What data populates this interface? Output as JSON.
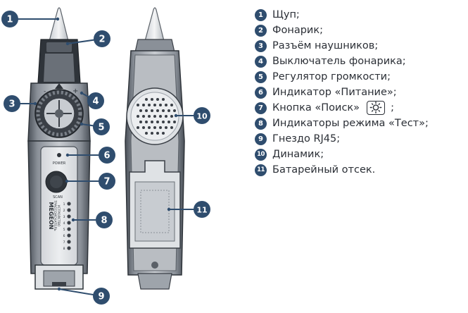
{
  "legend": [
    {
      "number": "1",
      "text": "Щуп;"
    },
    {
      "number": "2",
      "text": "Фонарик;"
    },
    {
      "number": "3",
      "text": "Разъём наушников;"
    },
    {
      "number": "4",
      "text": "Выключатель фонарика;"
    },
    {
      "number": "5",
      "text": "Регулятор громкости;"
    },
    {
      "number": "6",
      "text": "Индикатор «Питание»;"
    },
    {
      "number": "7",
      "text": "Кнопка «Поиск»",
      "suffix": ";"
    },
    {
      "number": "8",
      "text": "Индикаторы режима «Тест»;"
    },
    {
      "number": "9",
      "text": "Гнездо RJ45;"
    },
    {
      "number": "10",
      "text": "Динамик;"
    },
    {
      "number": "11",
      "text": "Батарейный отсек."
    }
  ],
  "device_labels": {
    "power": "POWER",
    "scan": "SCAN",
    "brand": "MEGEON",
    "model_1": "ТРАССОИСКАТЕЛЬ",
    "model_2": "УСТРОЙСТВО",
    "led_numbers": [
      "1",
      "2",
      "3",
      "4",
      "5",
      "6",
      "7",
      "8"
    ]
  },
  "colors": {
    "badge": "#2f4d6e",
    "body_dark": "#3d434b",
    "body_mid": "#9ea4ab",
    "body_light": "#dfe2e5",
    "text": "#2b2f36"
  },
  "icons": {
    "search_button_symbol": "sun-icon"
  }
}
